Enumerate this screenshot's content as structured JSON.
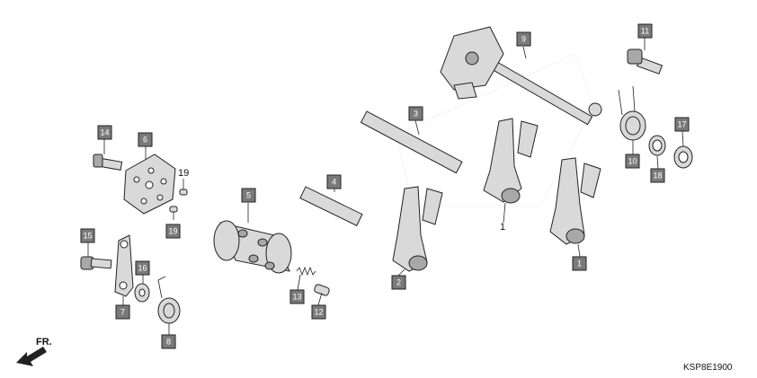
{
  "diagram_code": "KSP8E1900",
  "direction_label": "FR.",
  "callouts": {
    "c1a": "1",
    "c1b": "1",
    "c2": "2",
    "c3": "3",
    "c4": "4",
    "c5": "5",
    "c6": "6",
    "c7": "7",
    "c8": "8",
    "c9": "9",
    "c10": "10",
    "c11": "11",
    "c12": "12",
    "c13": "13",
    "c14": "14",
    "c15": "15",
    "c16": "16",
    "c17": "17",
    "c18": "18",
    "c19a": "19",
    "c19b": "19"
  },
  "colors": {
    "callout_fill": "#7a7a7a",
    "part_fill": "#d9d9d9",
    "watermark": "#e6b3b3"
  }
}
